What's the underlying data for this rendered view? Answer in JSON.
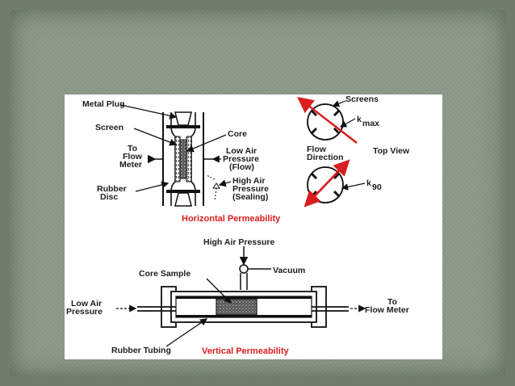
{
  "horizontal": {
    "metal_plug": "Metal Plug",
    "screen": "Screen",
    "to_flow_meter_1": "To",
    "to_flow_meter_2": "Flow",
    "to_flow_meter_3": "Meter",
    "core": "Core",
    "low_air_1": "Low Air",
    "low_air_2": "Pressure",
    "low_air_3": "(Flow)",
    "high_air_1": "High Air",
    "high_air_2": "Pressure",
    "high_air_3": "(Sealing)",
    "rubber_disc_1": "Rubber",
    "rubber_disc_2": "Disc",
    "caption": "Horizontal Permeability"
  },
  "top_view": {
    "screens": "Screens",
    "k_max_k": "k",
    "k_max_sub": "max",
    "flow_1": "Flow",
    "flow_2": "Direction",
    "title": "Top View",
    "k90_k": "k",
    "k90_sub": "90"
  },
  "vertical": {
    "high_air_pressure": "High Air Pressure",
    "vacuum": "Vacuum",
    "core_sample": "Core Sample",
    "low_air_1": "Low Air",
    "low_air_2": "Pressure",
    "to_flow_1": "To",
    "to_flow_2": "Flow Meter",
    "rubber_tubing": "Rubber Tubing",
    "caption": "Vertical Permeability"
  },
  "colors": {
    "background": "#6f7d6a",
    "slide": "#8d9a88",
    "caption_red": "#d81e1e",
    "arrow_red": "#d81e1e"
  }
}
